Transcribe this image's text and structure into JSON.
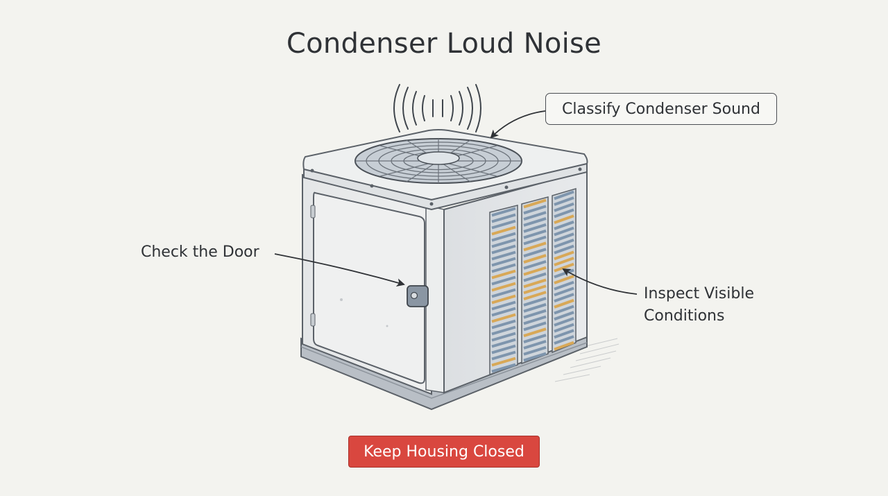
{
  "diagram": {
    "title": "Condenser Loud Noise",
    "callouts": {
      "sound": "Classify Condenser Sound",
      "door": "Check the Door",
      "inspect_line1": "Inspect Visible",
      "inspect_line2": "Conditions"
    },
    "action_button": "Keep Housing Closed"
  },
  "colors": {
    "background": "#f3f3ef",
    "housing": "#e9eaea",
    "outline": "#5b6168",
    "louver_blue": "#7e95ad",
    "louver_tan": "#d8a857",
    "button": "#d9473f"
  },
  "icons": [
    "sound-wave-icon",
    "fan-icon",
    "door-latch-icon"
  ]
}
